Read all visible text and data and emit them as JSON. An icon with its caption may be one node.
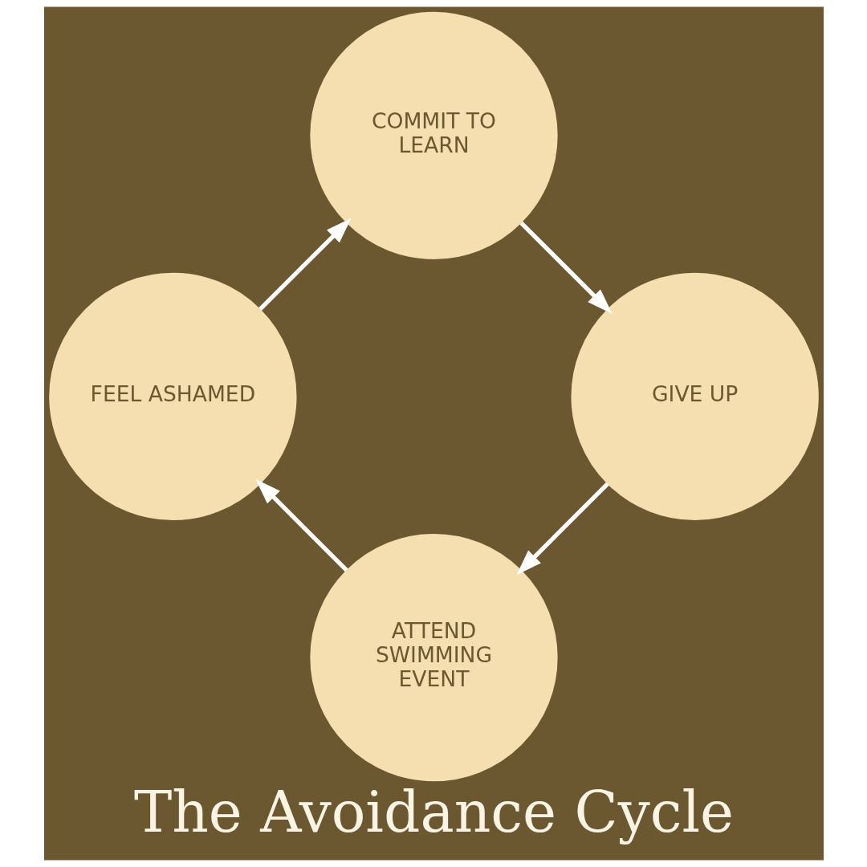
{
  "diagram": {
    "title": "The Avoidance Cycle",
    "nodes": [
      {
        "text": [
          "ATTEND SWIMMING EVENT"
        ]
      },
      {
        "text": [
          "FEEL ASHAMED"
        ]
      },
      {
        "text": [
          "COMMIT TO LEARN"
        ]
      },
      {
        "text": [
          "GIVE UP"
        ]
      }
    ],
    "edges": [
      {
        "from": 0,
        "to": 1,
        "arrow": "to"
      },
      {
        "from": 1,
        "to": 2,
        "arrow": "to"
      },
      {
        "from": 2,
        "to": 3,
        "arrow": "to"
      },
      {
        "from": 3,
        "to": 0,
        "arrow": "to"
      }
    ]
  }
}
